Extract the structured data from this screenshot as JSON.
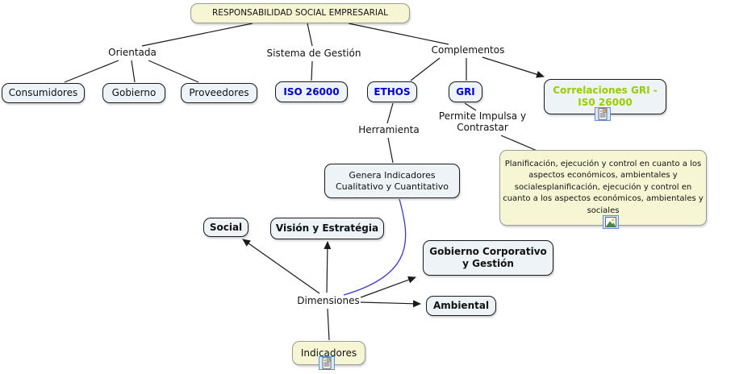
{
  "title": "Mapa conceptual: Responsabilidad Social Empresarial",
  "colors": {
    "background": "#ffffff",
    "node_fill": "#edf3f6",
    "node_border": "#1a1a1a",
    "cream_fill": "#f6f6d4",
    "cream_border": "#9a9a9a",
    "blue_text": "#0000cc",
    "green_text": "#99cc00",
    "edge": "#1a1a1a",
    "blue_edge": "#3a3acc"
  },
  "nodes": {
    "root": {
      "label": "RESPONSABILIDAD SOCIAL EMPRESARIAL"
    },
    "consumidores": {
      "label": "Consumidores"
    },
    "gobierno": {
      "label": "Gobierno"
    },
    "proveedores": {
      "label": "Proveedores"
    },
    "iso_26000": {
      "label": "ISO 26000"
    },
    "ethos": {
      "label": "ETHOS"
    },
    "gri": {
      "label": "GRI"
    },
    "correlaciones": {
      "label": "Correlaciones GRI - IS0 26000"
    },
    "planificacion": {
      "label": "Planificación, ejecución y control en cuanto a los aspectos económicos, ambientales y socialesplanificación, ejecución y control en cuanto a los aspectos económicos, ambientales y sociales"
    },
    "genera_indicadores": {
      "label": "Genera Indicadores Cualitativo y Cuantitativo"
    },
    "social": {
      "label": "Social"
    },
    "vision_estrategia": {
      "label": "Visión y Estratégia"
    },
    "gobierno_corporativo": {
      "label": "Gobierno Corporativo y Gestión"
    },
    "ambiental": {
      "label": "Ambiental"
    },
    "indicadores": {
      "label": "Indicadores"
    }
  },
  "links": {
    "orientada": {
      "label": "Orientada"
    },
    "sistema_gestion": {
      "label": "Sistema de Gestión"
    },
    "complementos": {
      "label": "Complementos"
    },
    "herramienta": {
      "label": "Herramienta"
    },
    "permite_impulsa": {
      "label": "Permite Impulsa y Contrastar"
    },
    "dimensiones": {
      "label": "Dimensiones"
    }
  },
  "icons": {
    "correlaciones_resource": "document-with-image-icon",
    "planificacion_resource": "picture-icon",
    "indicadores_resource": "document-with-image-icon"
  }
}
